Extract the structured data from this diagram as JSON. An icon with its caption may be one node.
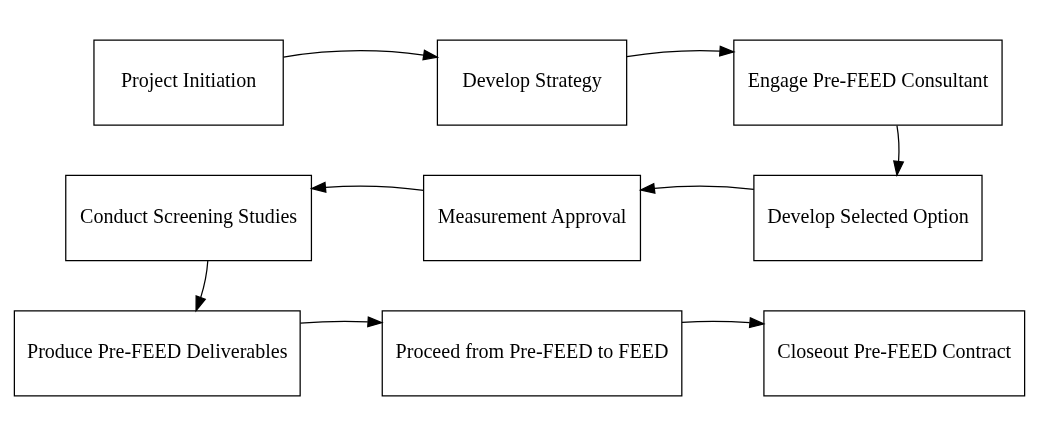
{
  "diagram": {
    "nodes": [
      {
        "text": [
          "Project Initiation"
        ]
      },
      {
        "text": [
          "Develop Strategy"
        ]
      },
      {
        "text": [
          "Engage Pre-FEED Consultant"
        ]
      },
      {
        "text": [
          "Develop Selected Option"
        ]
      },
      {
        "text": [
          "Measurement Approval"
        ]
      },
      {
        "text": [
          "Conduct Screening Studies"
        ]
      },
      {
        "text": [
          "Produce Pre-FEED Deliverables"
        ]
      },
      {
        "text": [
          "Proceed from Pre-FEED to FEED"
        ]
      },
      {
        "text": [
          "Closeout Pre-FEED Contract"
        ]
      }
    ],
    "edges": [
      {
        "from": 0,
        "to": 1,
        "arrow": "to"
      },
      {
        "from": 1,
        "to": 2,
        "arrow": "to"
      },
      {
        "from": 2,
        "to": 3,
        "arrow": "to"
      },
      {
        "from": 3,
        "to": 4,
        "arrow": "to"
      },
      {
        "from": 4,
        "to": 5,
        "arrow": "to"
      },
      {
        "from": 5,
        "to": 6,
        "arrow": "to"
      },
      {
        "from": 6,
        "to": 7,
        "arrow": "to"
      },
      {
        "from": 7,
        "to": 8,
        "arrow": "to"
      }
    ]
  }
}
